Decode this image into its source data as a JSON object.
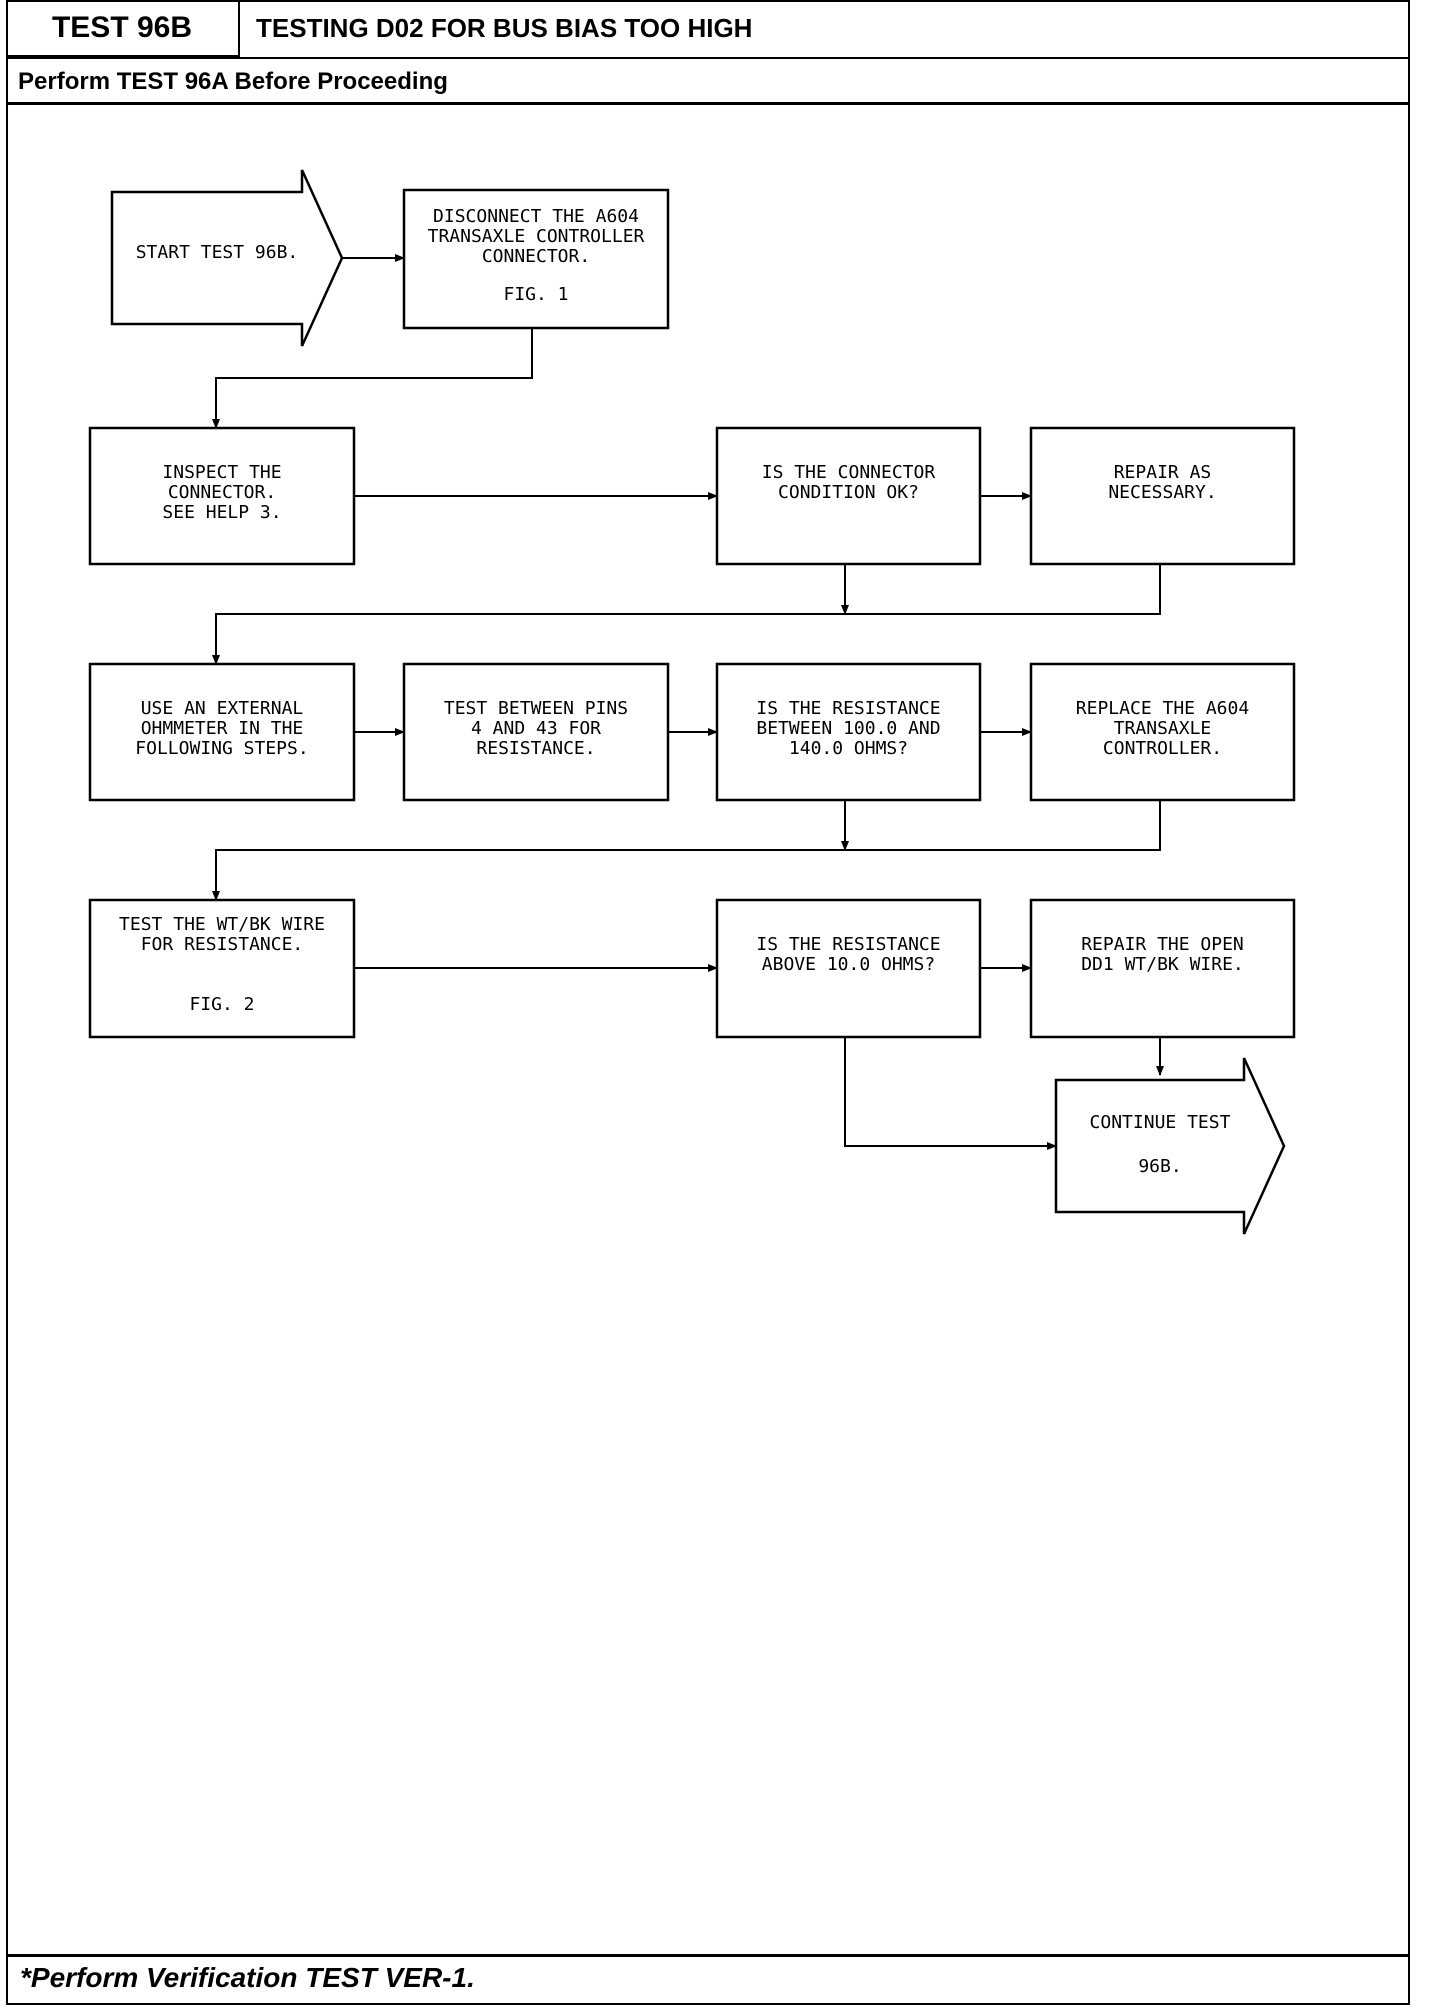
{
  "header": {
    "test_id": "TEST 96B",
    "title": "TESTING D02 FOR BUS BIAS TOO HIGH",
    "prerequisite": "Perform TEST 96A Before Proceeding"
  },
  "footer": {
    "note": "*Perform Verification TEST VER-1."
  },
  "flowchart": {
    "nodes": [
      {
        "id": "start",
        "shape": "arrow",
        "lines": [
          "START TEST 96B."
        ]
      },
      {
        "id": "disconnect",
        "shape": "box",
        "lines": [
          "DISCONNECT THE A604",
          "TRANSAXLE CONTROLLER",
          "CONNECTOR."
        ],
        "note": "FIG. 1"
      },
      {
        "id": "inspect",
        "shape": "box",
        "lines": [
          "INSPECT THE",
          "CONNECTOR.",
          "SEE HELP 3."
        ]
      },
      {
        "id": "q-connector",
        "shape": "box",
        "lines": [
          "IS THE CONNECTOR",
          "CONDITION OK?"
        ]
      },
      {
        "id": "repair-connector",
        "shape": "box",
        "lines": [
          "REPAIR AS",
          "NECESSARY."
        ]
      },
      {
        "id": "use-ohmmeter",
        "shape": "box",
        "lines": [
          "USE AN EXTERNAL",
          "OHMMETER IN THE",
          "FOLLOWING STEPS."
        ]
      },
      {
        "id": "test-pins",
        "shape": "box",
        "lines": [
          "TEST BETWEEN PINS",
          "4 AND 43 FOR",
          "RESISTANCE."
        ]
      },
      {
        "id": "q-resistance-range",
        "shape": "box",
        "lines": [
          "IS THE RESISTANCE",
          "BETWEEN 100.0 AND",
          "140.0 OHMS?"
        ]
      },
      {
        "id": "replace-controller",
        "shape": "box",
        "lines": [
          "REPLACE THE A604",
          "TRANSAXLE",
          "CONTROLLER."
        ]
      },
      {
        "id": "test-wire",
        "shape": "box",
        "lines": [
          "TEST THE WT/BK WIRE",
          "FOR RESISTANCE."
        ],
        "note": "FIG. 2"
      },
      {
        "id": "q-resistance-above",
        "shape": "box",
        "lines": [
          "IS THE RESISTANCE",
          "ABOVE 10.0 OHMS?"
        ]
      },
      {
        "id": "repair-wire",
        "shape": "box",
        "lines": [
          "REPAIR THE OPEN",
          "DD1 WT/BK WIRE."
        ]
      },
      {
        "id": "continue",
        "shape": "arrow",
        "lines": [
          "CONTINUE TEST",
          "96B."
        ]
      }
    ],
    "edges": [
      {
        "from": "start",
        "to": "disconnect"
      },
      {
        "from": "disconnect",
        "to": "inspect"
      },
      {
        "from": "inspect",
        "to": "q-connector"
      },
      {
        "from": "q-connector",
        "to": "repair-connector"
      },
      {
        "from": "q-connector",
        "to": "use-ohmmeter"
      },
      {
        "from": "repair-connector",
        "to": "use-ohmmeter"
      },
      {
        "from": "use-ohmmeter",
        "to": "test-pins"
      },
      {
        "from": "test-pins",
        "to": "q-resistance-range"
      },
      {
        "from": "q-resistance-range",
        "to": "replace-controller"
      },
      {
        "from": "q-resistance-range",
        "to": "test-wire"
      },
      {
        "from": "replace-controller",
        "to": "test-wire"
      },
      {
        "from": "test-wire",
        "to": "q-resistance-above"
      },
      {
        "from": "q-resistance-above",
        "to": "repair-wire"
      },
      {
        "from": "q-resistance-above",
        "to": "continue"
      },
      {
        "from": "repair-wire",
        "to": "continue"
      }
    ]
  }
}
